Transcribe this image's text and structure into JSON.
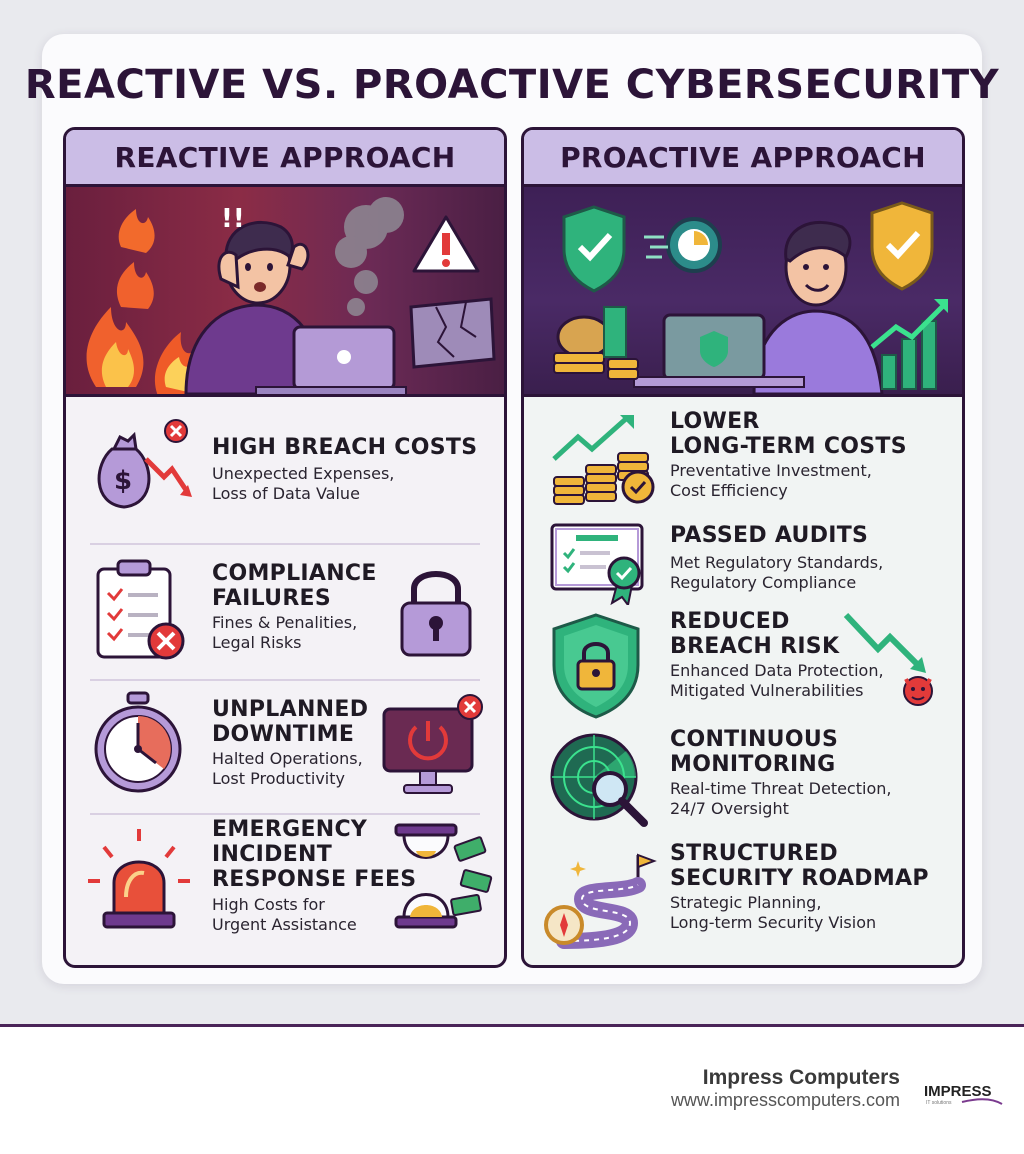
{
  "title": "REACTIVE VS. PROACTIVE CYBERSECURITY",
  "reactive": {
    "heading": "REACTIVE APPROACH",
    "scene_marks": "!!",
    "items": [
      {
        "title": "HIGH BREACH COSTS",
        "desc": "Unexpected Expenses,\nLoss of Data Value",
        "icon": "money-bag-down-icon"
      },
      {
        "title": "COMPLIANCE\nFAILURES",
        "desc": "Fines & Penalities,\nLegal Risks",
        "icon": "checklist-fail-icon"
      },
      {
        "title": "UNPLANNED\nDOWNTIME",
        "desc": "Halted Operations,\nLost Productivity",
        "icon": "stopwatch-icon"
      },
      {
        "title": "EMERGENCY\nINCIDENT\nRESPONSE FEES",
        "desc": "High Costs for\nUrgent Assistance",
        "icon": "alarm-siren-icon"
      }
    ]
  },
  "proactive": {
    "heading": "PROACTIVE APPROACH",
    "items": [
      {
        "title": "LOWER\nLONG-TERM COSTS",
        "desc": "Preventative Investment,\nCost Efficiency",
        "icon": "coins-growth-icon"
      },
      {
        "title": "PASSED AUDITS",
        "desc": "Met Regulatory Standards,\nRegulatory Compliance",
        "icon": "certificate-icon"
      },
      {
        "title": "REDUCED\nBREACH RISK",
        "desc": "Enhanced Data Protection,\nMitigated Vulnerabilities",
        "icon": "shield-lock-icon"
      },
      {
        "title": "CONTINUOUS\nMONITORING",
        "desc": "Real-time Threat Detection,\n24/7 Oversight",
        "icon": "radar-icon"
      },
      {
        "title": "STRUCTURED\nSECURITY ROADMAP",
        "desc": "Strategic Planning,\nLong-term Security Vision",
        "icon": "roadmap-icon"
      }
    ]
  },
  "footer": {
    "company": "Impress Computers",
    "url": "www.impresscomputers.com",
    "logo_text": "IMPRESS",
    "logo_subtext": "IT solutions"
  },
  "colors": {
    "accent_purple": "#cbbde6",
    "dark": "#2c1438",
    "danger": "#e23a3a",
    "success": "#2fb37c",
    "gold": "#f0b63a"
  }
}
